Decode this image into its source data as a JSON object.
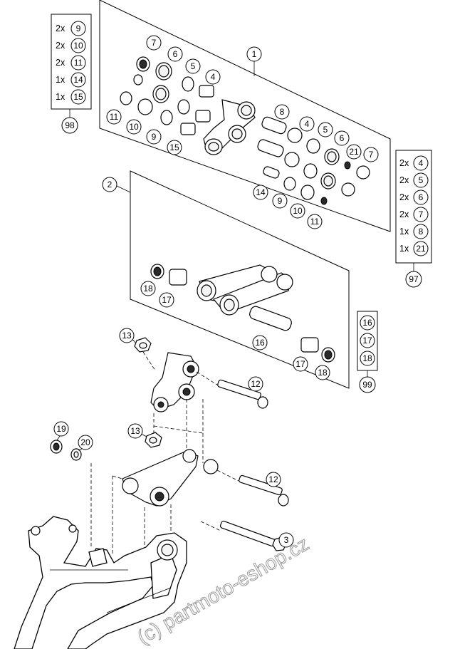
{
  "watermark": "(c) partmoto-eshop.cz",
  "kit_boxes": [
    {
      "id": "kit-98",
      "ref": "98",
      "items": [
        {
          "qty": "2x",
          "part": "9"
        },
        {
          "qty": "2x",
          "part": "10"
        },
        {
          "qty": "2x",
          "part": "11"
        },
        {
          "qty": "1x",
          "part": "14"
        },
        {
          "qty": "1x",
          "part": "15"
        }
      ]
    },
    {
      "id": "kit-97",
      "ref": "97",
      "items": [
        {
          "qty": "2x",
          "part": "4"
        },
        {
          "qty": "2x",
          "part": "5"
        },
        {
          "qty": "2x",
          "part": "6"
        },
        {
          "qty": "2x",
          "part": "7"
        },
        {
          "qty": "1x",
          "part": "8"
        },
        {
          "qty": "1x",
          "part": "21"
        }
      ]
    },
    {
      "id": "kit-99",
      "ref": "99",
      "items": [
        {
          "qty": "",
          "part": "16"
        },
        {
          "qty": "",
          "part": "17"
        },
        {
          "qty": "",
          "part": "18"
        }
      ]
    }
  ],
  "callouts": {
    "panel1": [
      "1",
      "7",
      "6",
      "5",
      "4",
      "11",
      "10",
      "9",
      "15",
      "8",
      "4",
      "5",
      "6",
      "21",
      "7",
      "14",
      "9",
      "10",
      "11"
    ],
    "panel2": [
      "2",
      "18",
      "17",
      "16",
      "17",
      "18"
    ],
    "lower": [
      "13",
      "12",
      "19",
      "20",
      "13",
      "12",
      "3"
    ]
  }
}
